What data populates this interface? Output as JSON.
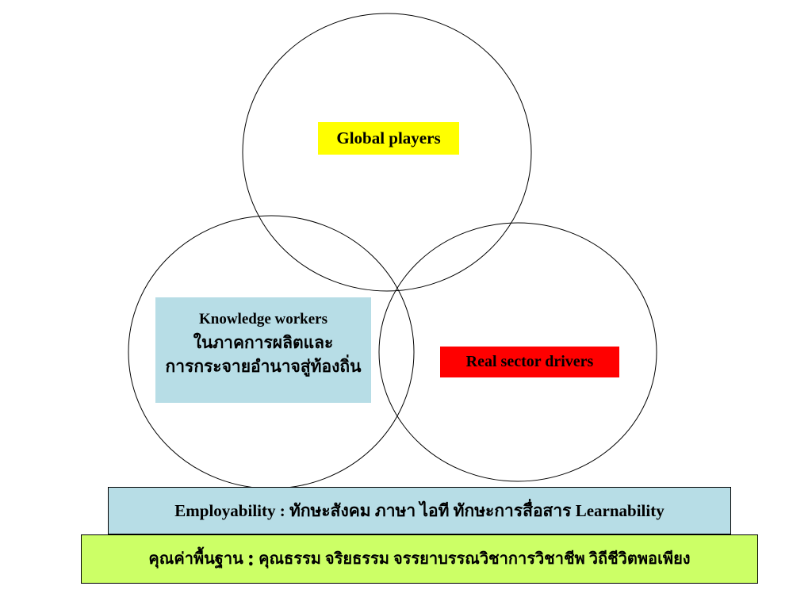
{
  "diagram": {
    "circles": [
      {
        "id": "global",
        "label": "Global players",
        "fill": "#ffff00"
      },
      {
        "id": "knowledge",
        "label": "Knowledge workers",
        "fill": "#b7dde6"
      },
      {
        "id": "real",
        "label": "Real sector drivers",
        "fill": "#ff0000"
      }
    ],
    "global_players": {
      "label": "Global players",
      "highlight_color": "#ffff00"
    },
    "knowledge_workers": {
      "title": "Knowledge workers",
      "line1": "ในภาคการผลิตและ",
      "line2": "การกระจายอำนาจสู่ท้องถิ่น",
      "box_color": "#b7dde6"
    },
    "real_sector": {
      "label": "Real sector drivers",
      "highlight_color": "#ff0000"
    },
    "employability": {
      "text": "Employability : ทักษะสังคม  ภาษา  ไอที  ทักษะการสื่อสาร Learnability",
      "box_color": "#b7dde6"
    },
    "core_values": {
      "prefix": "คุณค่าพื้นฐาน ",
      "colon": ":",
      "text": " คุณธรรม  จริยธรรม  จรรยาบรรณวิชาการวิชาชีพ วิถีชีวิตพอเพียง",
      "box_color": "#ccff66"
    }
  }
}
